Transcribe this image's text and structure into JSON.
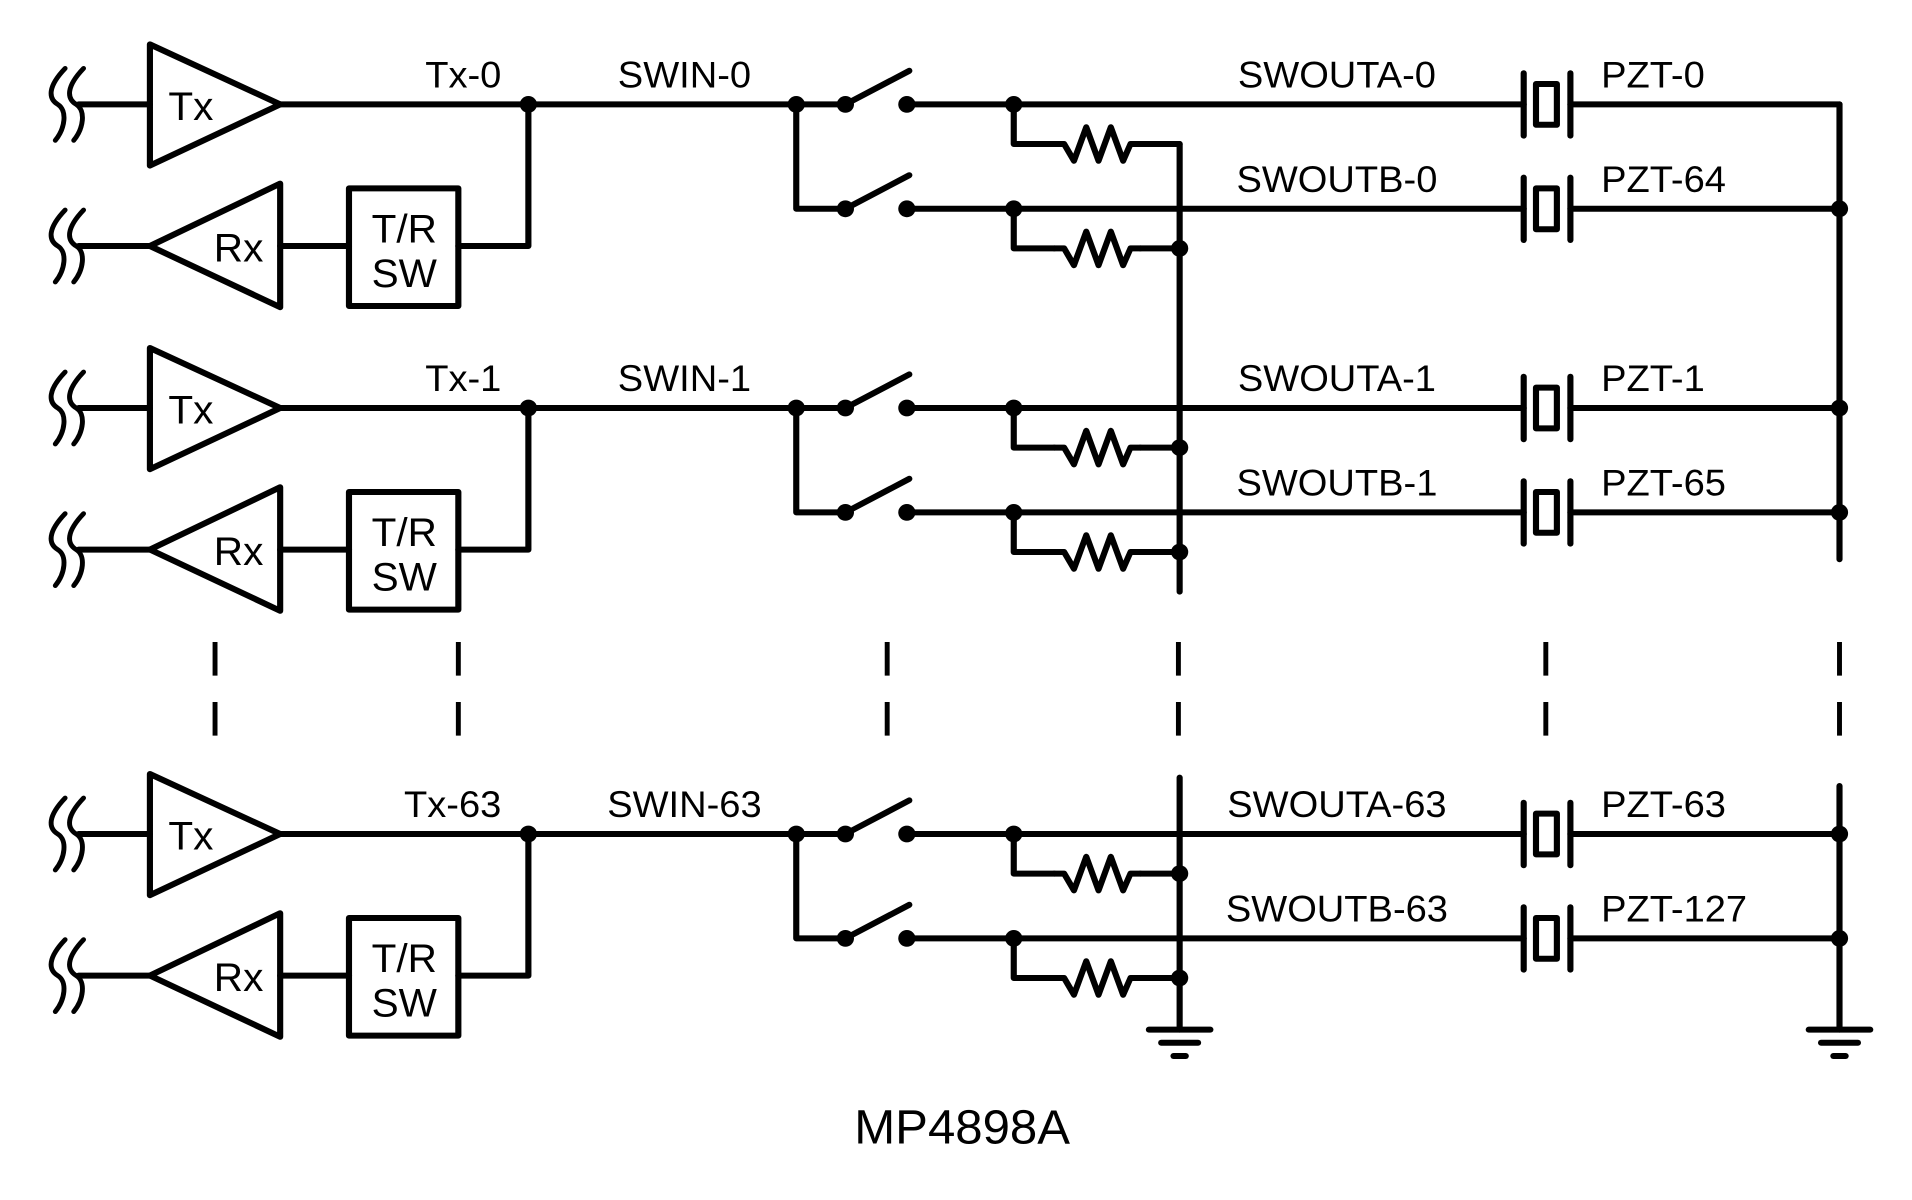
{
  "diagram": {
    "title": "MP4898A",
    "channels": [
      {
        "tx_block": "Tx",
        "rx_block": "Rx",
        "tr_switch": [
          "T/R",
          "SW"
        ],
        "tx_net": "Tx-0",
        "swin_net": "SWIN-0",
        "swouta_net": "SWOUTA-0",
        "swoutb_net": "SWOUTB-0",
        "pzt_a": "PZT-0",
        "pzt_b": "PZT-64"
      },
      {
        "tx_block": "Tx",
        "rx_block": "Rx",
        "tr_switch": [
          "T/R",
          "SW"
        ],
        "tx_net": "Tx-1",
        "swin_net": "SWIN-1",
        "swouta_net": "SWOUTA-1",
        "swoutb_net": "SWOUTB-1",
        "pzt_a": "PZT-1",
        "pzt_b": "PZT-65"
      },
      {
        "tx_block": "Tx",
        "rx_block": "Rx",
        "tr_switch": [
          "T/R",
          "SW"
        ],
        "tx_net": "Tx-63",
        "swin_net": "SWIN-63",
        "swouta_net": "SWOUTA-63",
        "swoutb_net": "SWOUTB-63",
        "pzt_a": "PZT-63",
        "pzt_b": "PZT-127"
      }
    ],
    "icons": {
      "signal_break": "double-wave-break-icon",
      "amplifier": "triangle-amplifier-icon",
      "switch": "spst-switch-icon",
      "resistor": "zigzag-resistor-icon",
      "transducer": "piezo-crystal-icon",
      "ground": "ground-icon"
    }
  }
}
